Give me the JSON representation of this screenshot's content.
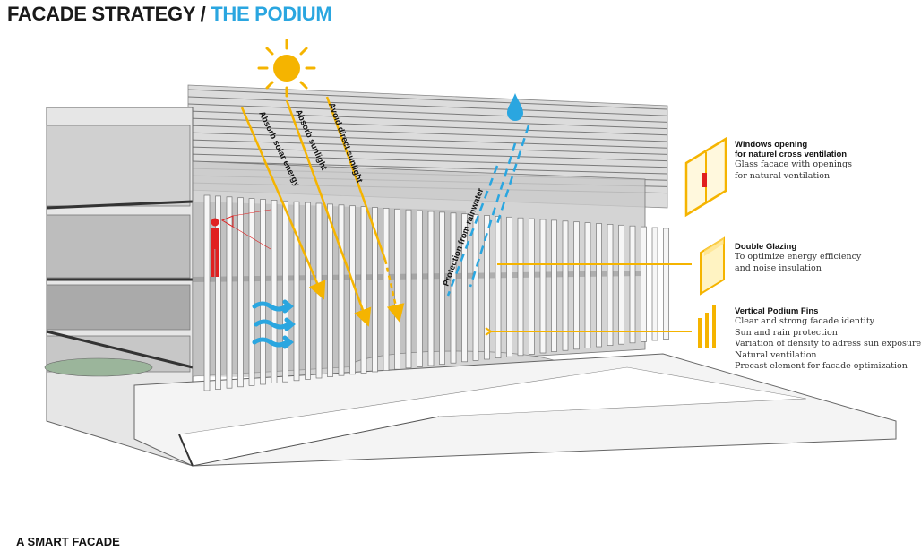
{
  "title": {
    "part1": "FACADE STRATEGY /",
    "part2": "THE PODIUM"
  },
  "footer": "A SMART FACADE",
  "colors": {
    "sun": "#f5b400",
    "rain": "#2aa6e0",
    "person": "#e02020",
    "accent": "#2aa6e0"
  },
  "arrows": {
    "absorb_solar": "Absorb solar energy",
    "absorb_sunlight": "Absorb sunlight",
    "avoid_direct": "Avoid direct sunlight",
    "rain_protection": "Protection from rainwater"
  },
  "annotations": [
    {
      "heading_lines": [
        "Windows opening",
        "for naturel cross ventilation"
      ],
      "description": [
        "Glass facace with openings",
        "for natural ventilation"
      ]
    },
    {
      "heading_lines": [
        "Double Glazing"
      ],
      "description": [
        "To optimize energy efficiency",
        "and noise insulation"
      ]
    },
    {
      "heading_lines": [
        "Vertical Podium Fins"
      ],
      "description": [
        "Clear and strong facade identity",
        "Sun and rain protection",
        "Variation of density to adress sun exposure",
        "Natural ventilation",
        "Precast element for facade optimization"
      ]
    }
  ]
}
